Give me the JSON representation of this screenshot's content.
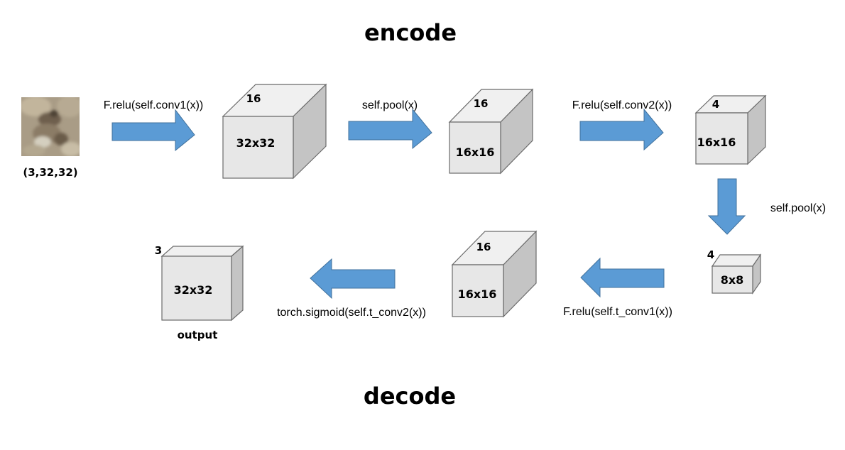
{
  "titles": {
    "encode": "encode",
    "decode": "decode"
  },
  "input": {
    "caption": "(3,32,32)"
  },
  "operations": {
    "conv1": "F.relu(self.conv1(x))",
    "pool1": "self.pool(x)",
    "conv2": "F.relu(self.conv2(x))",
    "pool2": "self.pool(x)",
    "t_conv1": "F.relu(self.t_conv1(x))",
    "t_conv2": "torch.sigmoid(self.t_conv2(x))"
  },
  "tensors": {
    "conv1_out": {
      "channels": "16",
      "size": "32x32"
    },
    "pool1_out": {
      "channels": "16",
      "size": "16x16"
    },
    "conv2_out": {
      "channels": "4",
      "size": "16x16"
    },
    "pool2_out": {
      "channels": "4",
      "size": "8x8"
    },
    "t_conv1_out": {
      "channels": "16",
      "size": "16x16"
    },
    "output": {
      "channels": "3",
      "size": "32x32",
      "caption": "output"
    }
  },
  "colors": {
    "arrow_fill": "#5b9bd5",
    "box_front": "#e7e7e7",
    "box_side": "#c4c4c4"
  }
}
